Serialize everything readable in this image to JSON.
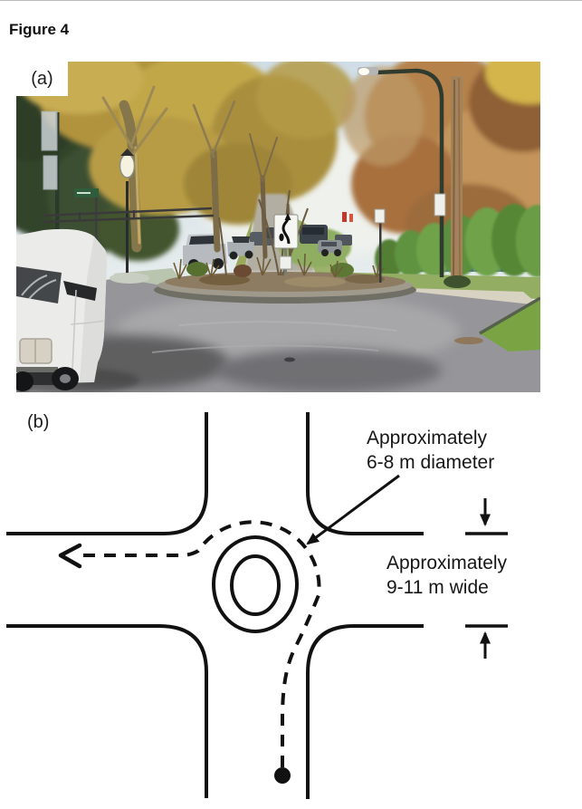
{
  "figure": {
    "title": "Figure 4"
  },
  "panels": {
    "a": {
      "label": "(a)"
    },
    "b": {
      "label": "(b)",
      "annotations": {
        "diameter": {
          "line1": "Approximately",
          "line2": "6-8 m diameter"
        },
        "width": {
          "line1": "Approximately",
          "line2": "9-11 m wide"
        }
      }
    }
  },
  "colors": {
    "ink": "#111111"
  }
}
